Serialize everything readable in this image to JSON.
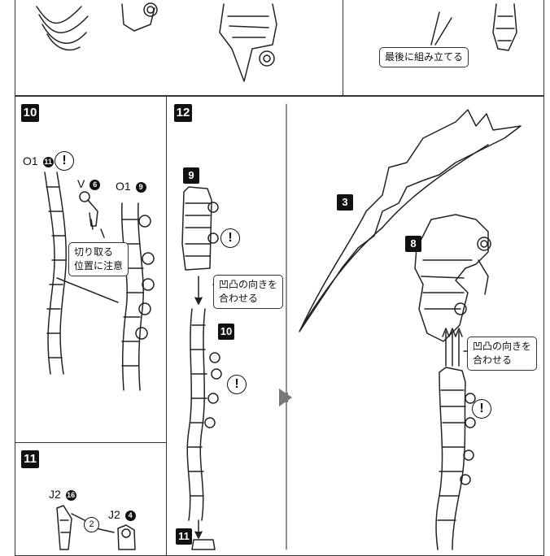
{
  "top_callout": "最後に組み立てる",
  "steps": {
    "step10": {
      "number": "10",
      "part_left": {
        "code": "O1",
        "runner": "11"
      },
      "part_v": {
        "code": "V",
        "runner": "6"
      },
      "part_right": {
        "code": "O1",
        "runner": "9"
      },
      "callout_line1": "切り取る",
      "callout_line2": "位置に注意"
    },
    "step11": {
      "number": "11",
      "part_a": {
        "code": "J2",
        "runner": "16"
      },
      "part_b": {
        "code": "J2",
        "runner": "4"
      },
      "ref_circle": "2"
    },
    "step12": {
      "number": "12",
      "sub_9": "9",
      "sub_10": "10",
      "sub_11": "11",
      "callout_line1": "凹凸の向きを",
      "callout_line2": "合わせる"
    },
    "final": {
      "sub_3": "3",
      "sub_8": "8",
      "callout_line1": "凹凸の向きを",
      "callout_line2": "合わせる"
    }
  },
  "warning_symbol": "!",
  "arrow_icon": "right-arrow-icon"
}
